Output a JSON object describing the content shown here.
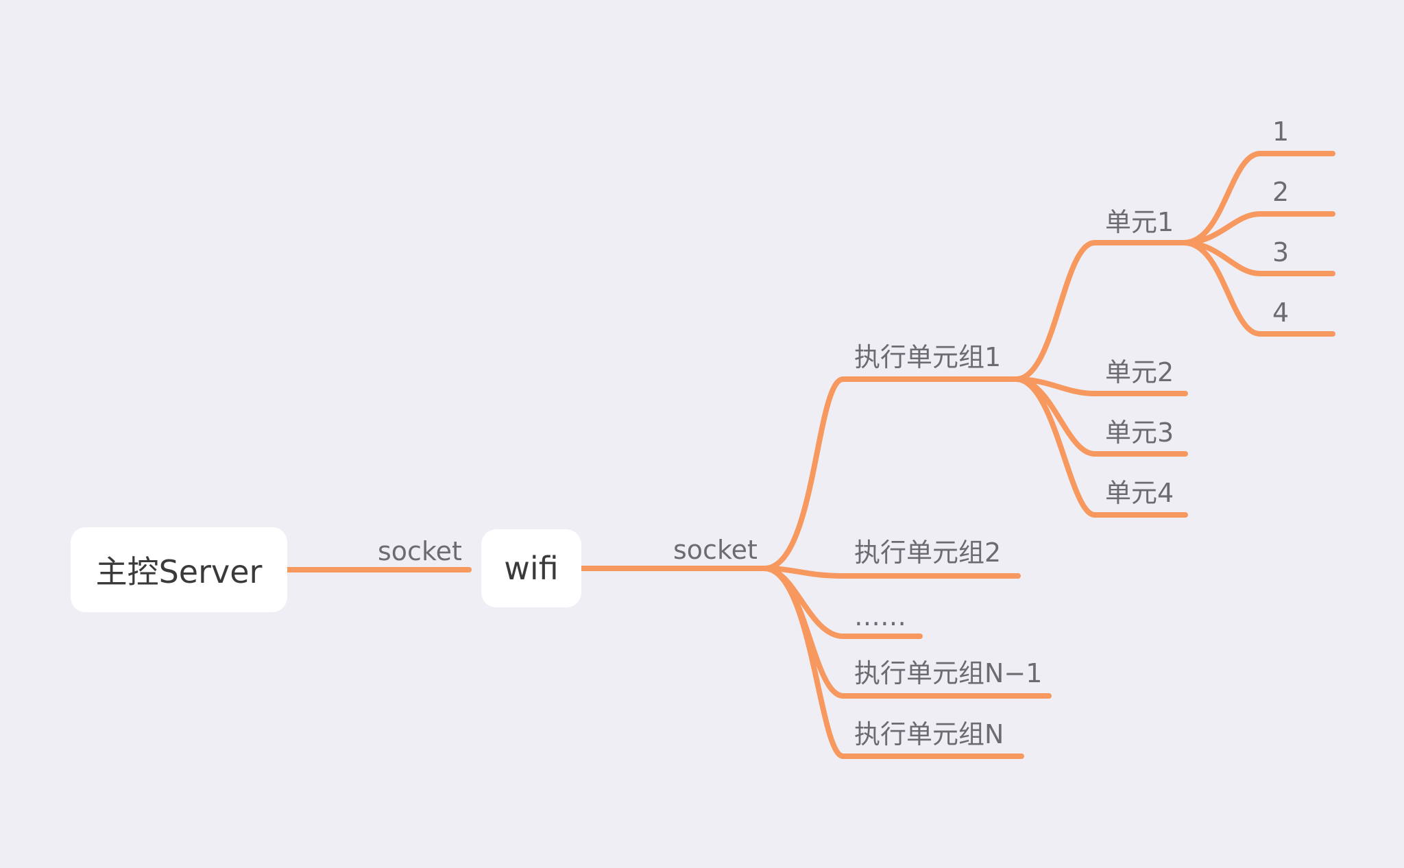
{
  "root": {
    "label": "主控Server"
  },
  "hub": {
    "label": "wifi"
  },
  "edge_labels": {
    "root_to_hub": "socket",
    "hub_to_groups": "socket"
  },
  "groups": [
    {
      "label": "执行单元组1",
      "units": [
        {
          "label": "单元1",
          "children": [
            "1",
            "2",
            "3",
            "4"
          ]
        },
        {
          "label": "单元2"
        },
        {
          "label": "单元3"
        },
        {
          "label": "单元4"
        }
      ]
    },
    {
      "label": "执行单元组2"
    },
    {
      "label": "……"
    },
    {
      "label": "执行单元组N−1"
    },
    {
      "label": "执行单元组N"
    }
  ],
  "colors": {
    "branch": "#f7985f",
    "background": "#efeef4",
    "node_fill": "#ffffff",
    "text": "#6b6b72"
  }
}
